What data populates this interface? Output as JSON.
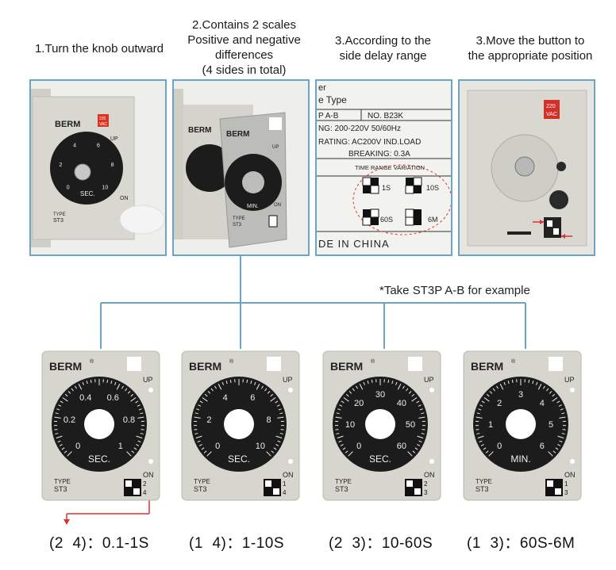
{
  "captions": [
    "1.Turn the knob outward",
    "2.Contains 2 scales\nPositive and negative\ndifferences\n(4 sides in total)",
    "3.According to the\nside delay range",
    "3.Move the button to\nthe appropriate position"
  ],
  "photo1": {
    "brand": "BERM",
    "up": "UP",
    "unit": "SEC.",
    "on": "ON",
    "type1": "TYPE",
    "type2": "ST3",
    "vac1": "220",
    "vac2": "VAC",
    "ticks": [
      "0",
      "2",
      "4",
      "6",
      "8",
      "10"
    ]
  },
  "photo2": {
    "brand": "BERM",
    "up": "UP",
    "unit": "MIN.",
    "on": "ON",
    "type1": "TYPE",
    "type2": "ST3"
  },
  "photo3": {
    "lines": [
      "er",
      "e Type",
      "P A-B",
      "NO.  B23K",
      "NG: 200-220V  50/60Hz",
      "RATING: AC200V  IND.LOAD",
      "BREAKING: 0.3A",
      "DE IN CHINA"
    ],
    "variation": "TIME RANGE VARIATION",
    "ranges": [
      "1S",
      "10S",
      "60S",
      "6M"
    ]
  },
  "photo4": {
    "vac1": "220",
    "vac2": "VAC"
  },
  "note": "*Take ST3P A-B for example",
  "dials": [
    {
      "brand": "BERM",
      "up": "UP",
      "on": "ON",
      "type1": "TYPE",
      "type2": "ST3",
      "unit": "SEC.",
      "ticks": [
        "0",
        "0.2",
        "0.4",
        "0.6",
        "0.8",
        "1"
      ],
      "switch": [
        "2",
        "4"
      ],
      "range": "(2  4)：0.1-1S"
    },
    {
      "brand": "BERM",
      "up": "UP",
      "on": "ON",
      "type1": "TYPE",
      "type2": "ST3",
      "unit": "SEC.",
      "ticks": [
        "0",
        "2",
        "4",
        "6",
        "8",
        "10"
      ],
      "switch": [
        "1",
        "4"
      ],
      "range": "(1  4)：1-10S"
    },
    {
      "brand": "BERM",
      "up": "UP",
      "on": "ON",
      "type1": "TYPE",
      "type2": "ST3",
      "unit": "SEC.",
      "ticks": [
        "0",
        "10",
        "20",
        "30",
        "40",
        "50",
        "60"
      ],
      "switch": [
        "2",
        "3"
      ],
      "range": "(2  3)：10-60S"
    },
    {
      "brand": "BERM",
      "up": "UP",
      "on": "ON",
      "type1": "TYPE",
      "type2": "ST3",
      "unit": "MIN.",
      "ticks": [
        "0",
        "1",
        "2",
        "3",
        "4",
        "5",
        "6"
      ],
      "switch": [
        "1",
        "3"
      ],
      "range": "(1  3)：60S-6M"
    }
  ],
  "colors": {
    "frame": "#6aa6c4",
    "tree": "#6aa6c4",
    "arrow": "#e0312b",
    "faceplate": "#d7d6ce",
    "dialFace": "#1c1c1c"
  }
}
